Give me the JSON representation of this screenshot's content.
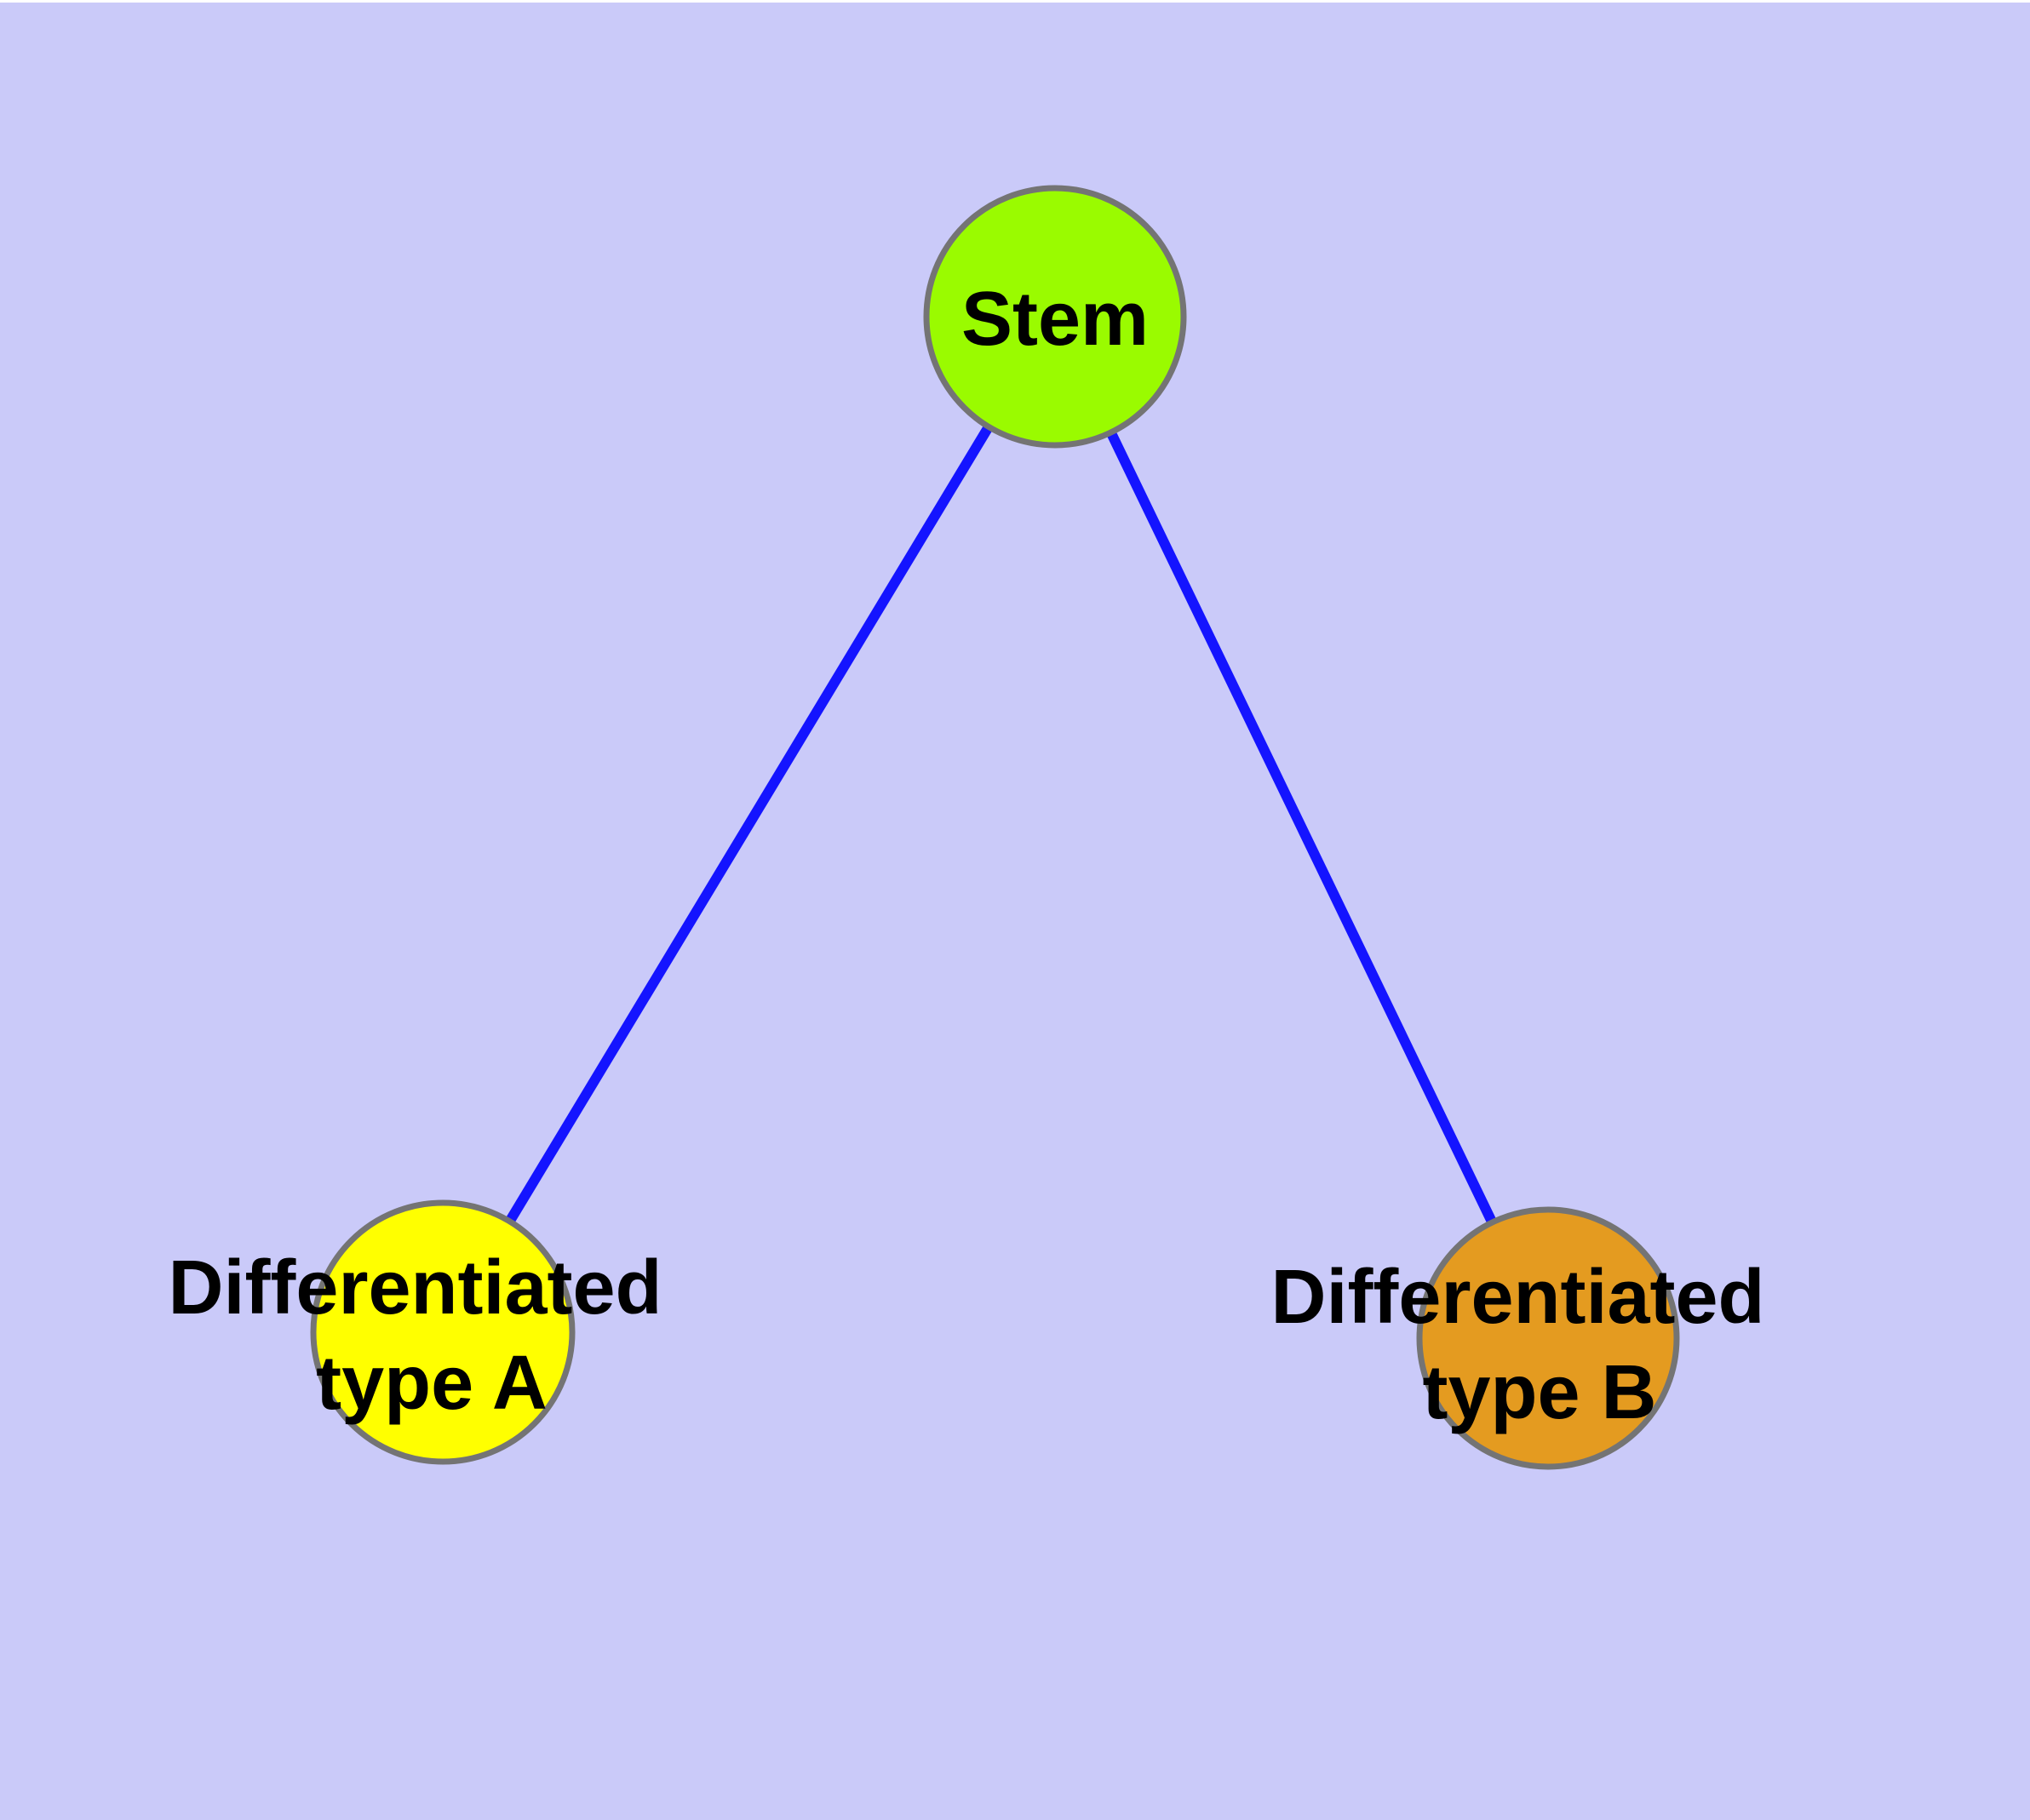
{
  "diagram": {
    "background_color": "#CACAF9",
    "top_margin_color": "#FFFFFF",
    "edge_color": "#1414FF",
    "node_border_color": "#747474",
    "label_color": "#000000",
    "nodes": [
      {
        "id": "stem",
        "label": "Stem",
        "color": "#9AFB00"
      },
      {
        "id": "type-a",
        "label_line1": "Differentiated",
        "label_line2": "type A",
        "color": "#FFFF00"
      },
      {
        "id": "type-b",
        "label_line1": "Differentiated",
        "label_line2": "type B",
        "color": "#E49B20"
      }
    ],
    "edges": [
      {
        "from": "Stem",
        "to": "Differentiated type A"
      },
      {
        "from": "Stem",
        "to": "Differentiated type B"
      }
    ]
  }
}
